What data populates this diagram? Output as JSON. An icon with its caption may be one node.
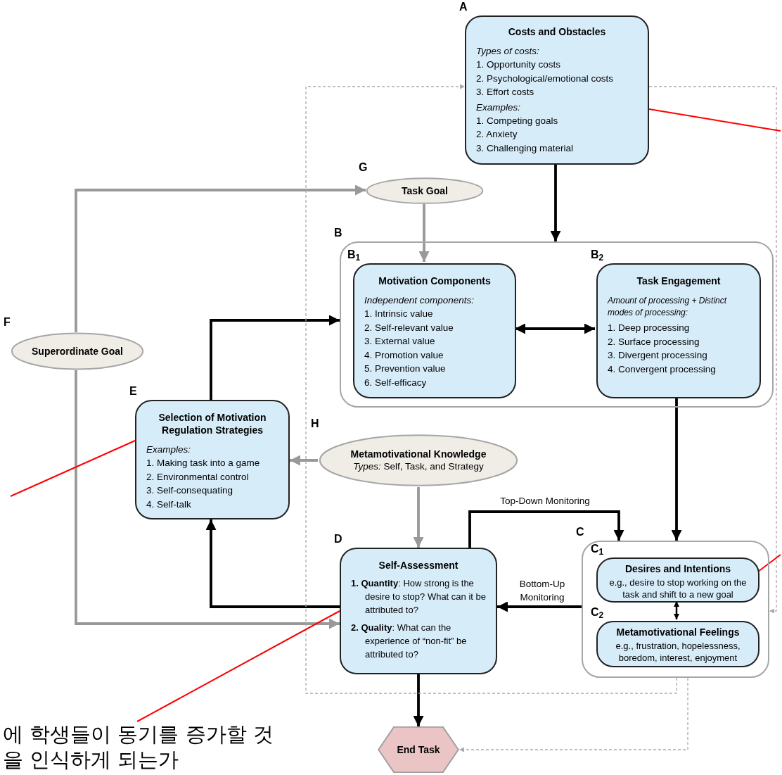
{
  "diagram": {
    "nodes": [
      {
        "text": [
          "Costs and Obstacles",
          "Types of costs:",
          "1. Opportunity costs",
          "2. Psychological/emotional costs",
          "3. Effort costs",
          "Examples:",
          "1. Competing goals",
          "2. Anxiety",
          "3. Challenging material"
        ],
        "beside": [
          "A"
        ]
      },
      {
        "text": [
          "Task Goal"
        ],
        "beside": [
          "G"
        ]
      },
      {
        "text": [],
        "shape": "box",
        "beside": [
          "B"
        ]
      },
      {
        "text": [
          "Motivation Components",
          "Independent components:",
          "1. Intrinsic value",
          "2. Self-relevant value",
          "3. External value",
          "4. Promotion value",
          "5. Prevention value",
          "6. Self-efficacy"
        ],
        "in": 2,
        "beside": [
          "B$_{1}$"
        ]
      },
      {
        "text": [
          "Task Engagement",
          "Amount of processing + Distinct modes of processing:",
          "1. Deep processing",
          "2. Surface processing",
          "3. Divergent processing",
          "4. Convergent processing"
        ],
        "in": 2,
        "beside": [
          "B$_{2}$"
        ]
      },
      {
        "text": [
          "Superordinate Goal"
        ],
        "beside": [
          "F"
        ]
      },
      {
        "text": [
          "Selection of Motivation Regulation Strategies",
          "Examples:",
          "1. Making task into a game",
          "2. Environmental control",
          "3. Self-consequating",
          "4. Self-talk"
        ],
        "beside": [
          "E"
        ]
      },
      {
        "text": [
          "Metamotivational Knowledge",
          "*Types:* Self, Task, and Strategy"
        ],
        "beside": [
          "H"
        ]
      },
      {
        "text": [
          "Self-Assessment",
          "**1. Quantity**: How strong is the desire to stop? What can it be attributed to?",
          "**2. Quality**: What can the experience of “non-fit” be attributed to?"
        ],
        "beside": [
          "D"
        ]
      },
      {
        "text": [],
        "shape": "box",
        "beside": [
          "C"
        ]
      },
      {
        "text": [
          "Desires and Intentions",
          "e.g., desire to stop working on the task and shift to a new goal"
        ],
        "in": 9,
        "beside": [
          "C$_{1}$"
        ]
      },
      {
        "text": [
          "Metamotivational Feelings",
          "e.g., frustration, hopelessness, boredom, interest, enjoyment"
        ],
        "in": 9,
        "beside": [
          "C$_{2}$"
        ]
      },
      {
        "text": [
          "End Task"
        ]
      },
      {
        "text": [
          "에 학생들이 동기를 증가할 것을 인식하게 되는가"
        ]
      }
    ],
    "edges": [
      {
        "from": 0,
        "to": 2,
        "arrow": "to"
      },
      {
        "from": 1,
        "to": 3,
        "arrow": "to",
        "color": "#999999"
      },
      {
        "from": 3,
        "to": 4,
        "arrow": "both"
      },
      {
        "from": 4,
        "to": 9,
        "arrow": "to"
      },
      {
        "from": 5,
        "to": 1,
        "arrow": "to",
        "color": "#999999"
      },
      {
        "from": 5,
        "to": 8,
        "arrow": "to",
        "color": "#999999"
      },
      {
        "from": 6,
        "to": 2,
        "arrow": "to"
      },
      {
        "from": 7,
        "to": 6,
        "arrow": "to",
        "color": "#999999"
      },
      {
        "from": 7,
        "to": 8,
        "arrow": "to",
        "color": "#999999"
      },
      {
        "from": 8,
        "to": 9,
        "arrow": "to",
        "label": "Top-Down Monitoring"
      },
      {
        "from": 9,
        "to": 8,
        "arrow": "to",
        "label": "Bottom-Up Monitoring"
      },
      {
        "from": 8,
        "to": 6,
        "arrow": "to"
      },
      {
        "from": 8,
        "to": 12,
        "arrow": "to"
      },
      {
        "from": 10,
        "to": 11,
        "arrow": "both"
      },
      {
        "from": 9,
        "to": 0,
        "arrow": "to",
        "style": "dashed",
        "color": "#aaaaaa"
      },
      {
        "from": 0,
        "to": 9,
        "arrow": "to",
        "style": "dashed",
        "color": "#aaaaaa"
      },
      {
        "from": 9,
        "to": 12,
        "arrow": "to",
        "style": "dashed",
        "color": "#aaaaaa"
      },
      {
        "from": null,
        "to": 0,
        "arrow": "none",
        "color": "#ff0000"
      },
      {
        "from": null,
        "to": 6,
        "arrow": "none",
        "color": "#ff0000"
      },
      {
        "from": null,
        "to": 10,
        "arrow": "none",
        "color": "#ff0000"
      },
      {
        "from": 13,
        "to": 8,
        "arrow": "none",
        "color": "#ff0000"
      }
    ]
  }
}
